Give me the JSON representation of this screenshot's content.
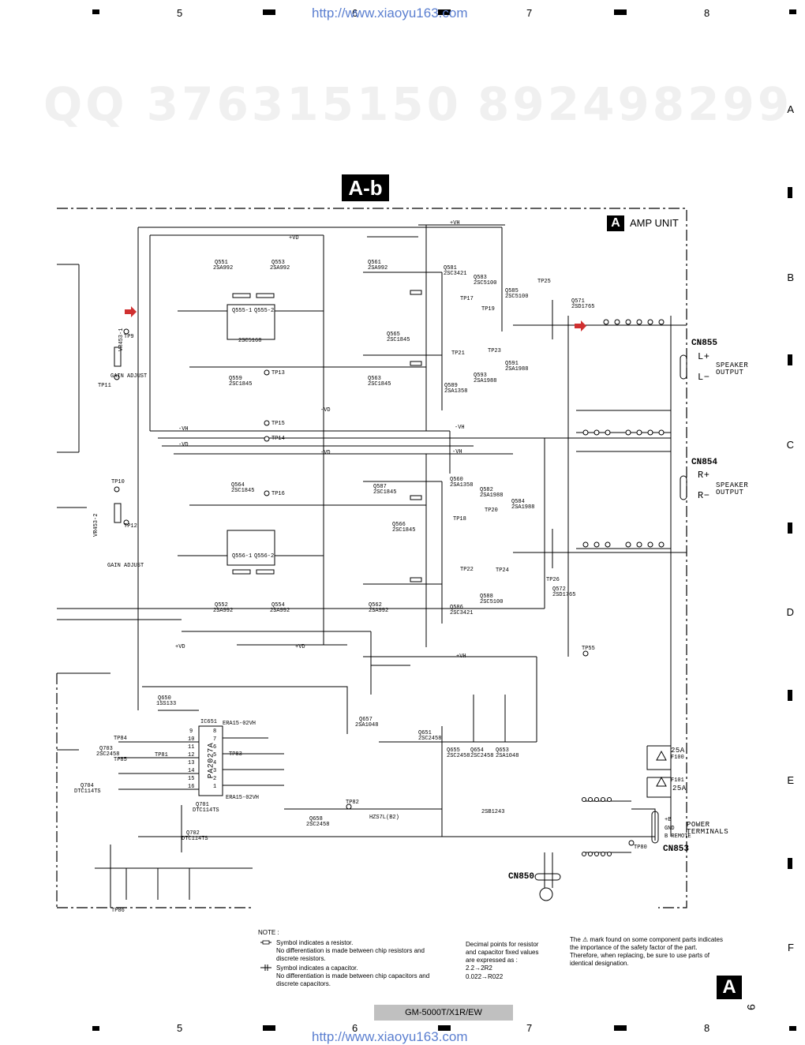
{
  "ruler": {
    "cols": [
      "5",
      "6",
      "7",
      "8"
    ],
    "rows": [
      "A",
      "B",
      "C",
      "D",
      "E",
      "F"
    ]
  },
  "header": {
    "url": "http://www.xiaoyu163.com"
  },
  "watermarks": [
    "QQ 376315150",
    "892498299"
  ],
  "diagram": {
    "title": "A-b",
    "unit_badge": "A",
    "unit_label": "AMP UNIT"
  },
  "connectors": {
    "cn855": {
      "name": "CN855",
      "pins": [
        "L+",
        "L−"
      ],
      "label1": "SPEAKER",
      "label2": "OUTPUT"
    },
    "cn854": {
      "name": "CN854",
      "pins": [
        "R+",
        "R−"
      ],
      "label1": "SPEAKER",
      "label2": "OUTPUT"
    },
    "cn853": {
      "name": "CN853",
      "label1": "POWER",
      "label2": "TERMINALS",
      "pins": [
        "+B",
        "GND",
        "B REMOTE"
      ]
    },
    "cn850": {
      "name": "CN850"
    }
  },
  "fuses": [
    {
      "rating": "25A",
      "ref": "F100"
    },
    {
      "rating": "25A",
      "ref": "F101"
    }
  ],
  "components": {
    "ic": {
      "ref": "IC651",
      "part": "PA2027A",
      "pins_left": [
        "9",
        "10",
        "11",
        "12",
        "13",
        "14",
        "15",
        "16"
      ],
      "pins_right": [
        "8",
        "7",
        "6",
        "5",
        "4",
        "3",
        "2",
        "1"
      ]
    },
    "transistors": [
      "Q551",
      "Q553",
      "Q561",
      "Q581",
      "Q583",
      "Q585",
      "Q571",
      "Q555-1",
      "Q555-2",
      "Q559",
      "Q563",
      "Q565",
      "Q591",
      "Q593",
      "Q589",
      "Q587",
      "Q564",
      "Q560",
      "Q582",
      "Q584",
      "Q586",
      "Q588",
      "Q566",
      "Q572",
      "Q556-1",
      "Q556-2",
      "Q552",
      "Q554",
      "Q562",
      "Q657",
      "Q655",
      "Q654",
      "Q653",
      "Q651",
      "Q650",
      "Q658",
      "Q701",
      "Q702",
      "Q703",
      "Q704"
    ],
    "labels": [
      "2SC2458",
      "2SA992",
      "2SC5168",
      "2SC1845",
      "2SC3421",
      "2SA1358",
      "2SC5100",
      "2SA1988",
      "2SD1765",
      "2SA1048",
      "DTC114TS",
      "2SB1243",
      "1SS133",
      "ERA15-02VH",
      "HZS7L(B2)"
    ],
    "test_points": [
      "TP9",
      "TP11",
      "TP13",
      "TP14",
      "TP15",
      "TP16",
      "TP10",
      "TP12",
      "TP17",
      "TP18",
      "TP19",
      "TP20",
      "TP21",
      "TP22",
      "TP23",
      "TP24",
      "TP25",
      "TP26",
      "TP55",
      "TP82",
      "TP83",
      "TP84",
      "TP85",
      "TP86",
      "TP80",
      "TP81"
    ],
    "rails": [
      "+VH",
      "+VD",
      "-VD",
      "-VH"
    ],
    "adjust_labels": [
      "GAIN ADJUST",
      "GAIN ADJUST"
    ],
    "presets": [
      "VR453-1",
      "VR453-2"
    ]
  },
  "note": {
    "heading": "NOTE :",
    "resistor_line1": "Symbol indicates a resistor.",
    "resistor_line2": "No differentiation is made  between chip resistors and",
    "resistor_line3": "discrete resistors.",
    "capacitor_line1": "Symbol indicates a capacitor.",
    "capacitor_line2": "No differentiation is made  between chip capacitors and",
    "capacitor_line3": "discrete capacitors.",
    "decimal_line1": "Decimal points for resistor",
    "decimal_line2": "and capacitor fixed values",
    "decimal_line3": "are expressed as :",
    "decimal_line4": "2.2→2R2",
    "decimal_line5": "0.022→R022",
    "safety_line1": "The ⚠ mark found on some component parts indicates",
    "safety_line2": "the importance of the safety factor of the part.",
    "safety_line3": "Therefore, when replacing, be sure to use parts of",
    "safety_line4": "identical designation."
  },
  "footer": {
    "model": "GM-5000T/X1R/EW",
    "page_letter": "A",
    "page_number": "9"
  }
}
